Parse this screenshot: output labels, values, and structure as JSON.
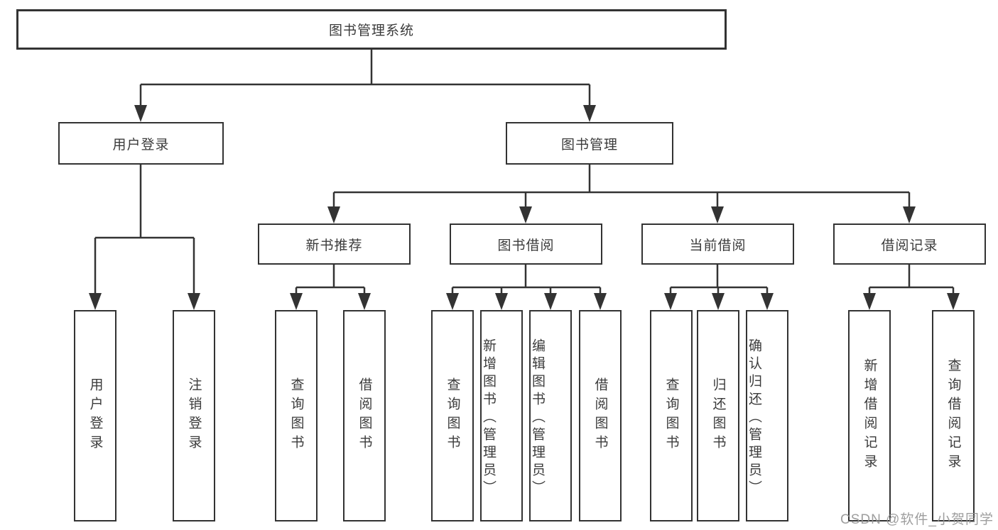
{
  "tree": {
    "root": {
      "label": "图书管理系统",
      "children": [
        {
          "label": "用户登录",
          "children": [
            {
              "label": "用户登录"
            },
            {
              "label": "注销登录"
            }
          ]
        },
        {
          "label": "图书管理",
          "children": [
            {
              "label": "新书推荐",
              "children": [
                {
                  "label": "查询图书"
                },
                {
                  "label": "借阅图书"
                }
              ]
            },
            {
              "label": "图书借阅",
              "children": [
                {
                  "label": "查询图书"
                },
                {
                  "label": "新增图书（管理员）"
                },
                {
                  "label": "编辑图书（管理员）"
                },
                {
                  "label": "借阅图书"
                }
              ]
            },
            {
              "label": "当前借阅",
              "children": [
                {
                  "label": "查询图书"
                },
                {
                  "label": "归还图书"
                },
                {
                  "label": "确认归还（管理员）"
                }
              ]
            },
            {
              "label": "借阅记录",
              "children": [
                {
                  "label": "新增借阅记录"
                },
                {
                  "label": "查询借阅记录"
                }
              ]
            }
          ]
        }
      ]
    }
  },
  "watermark": {
    "text": "CSDN @软件_小贺同学"
  },
  "colors": {
    "line": "#333333",
    "box_border": "#333333",
    "box_background": "#ffffff",
    "text": "#3b3b3b",
    "watermark": "#949494"
  }
}
